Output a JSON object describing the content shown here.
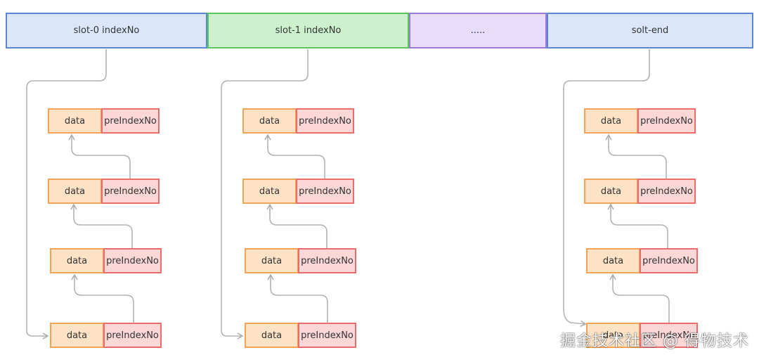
{
  "slots": [
    {
      "label": "slot-0 indexNo"
    },
    {
      "label": "slot-1 indexNo"
    },
    {
      "label": "....."
    },
    {
      "label": "solt-end"
    }
  ],
  "node_labels": {
    "data": "data",
    "pre": "preIndexNo"
  },
  "watermark": "掘金技术社区 @ 得物技术"
}
